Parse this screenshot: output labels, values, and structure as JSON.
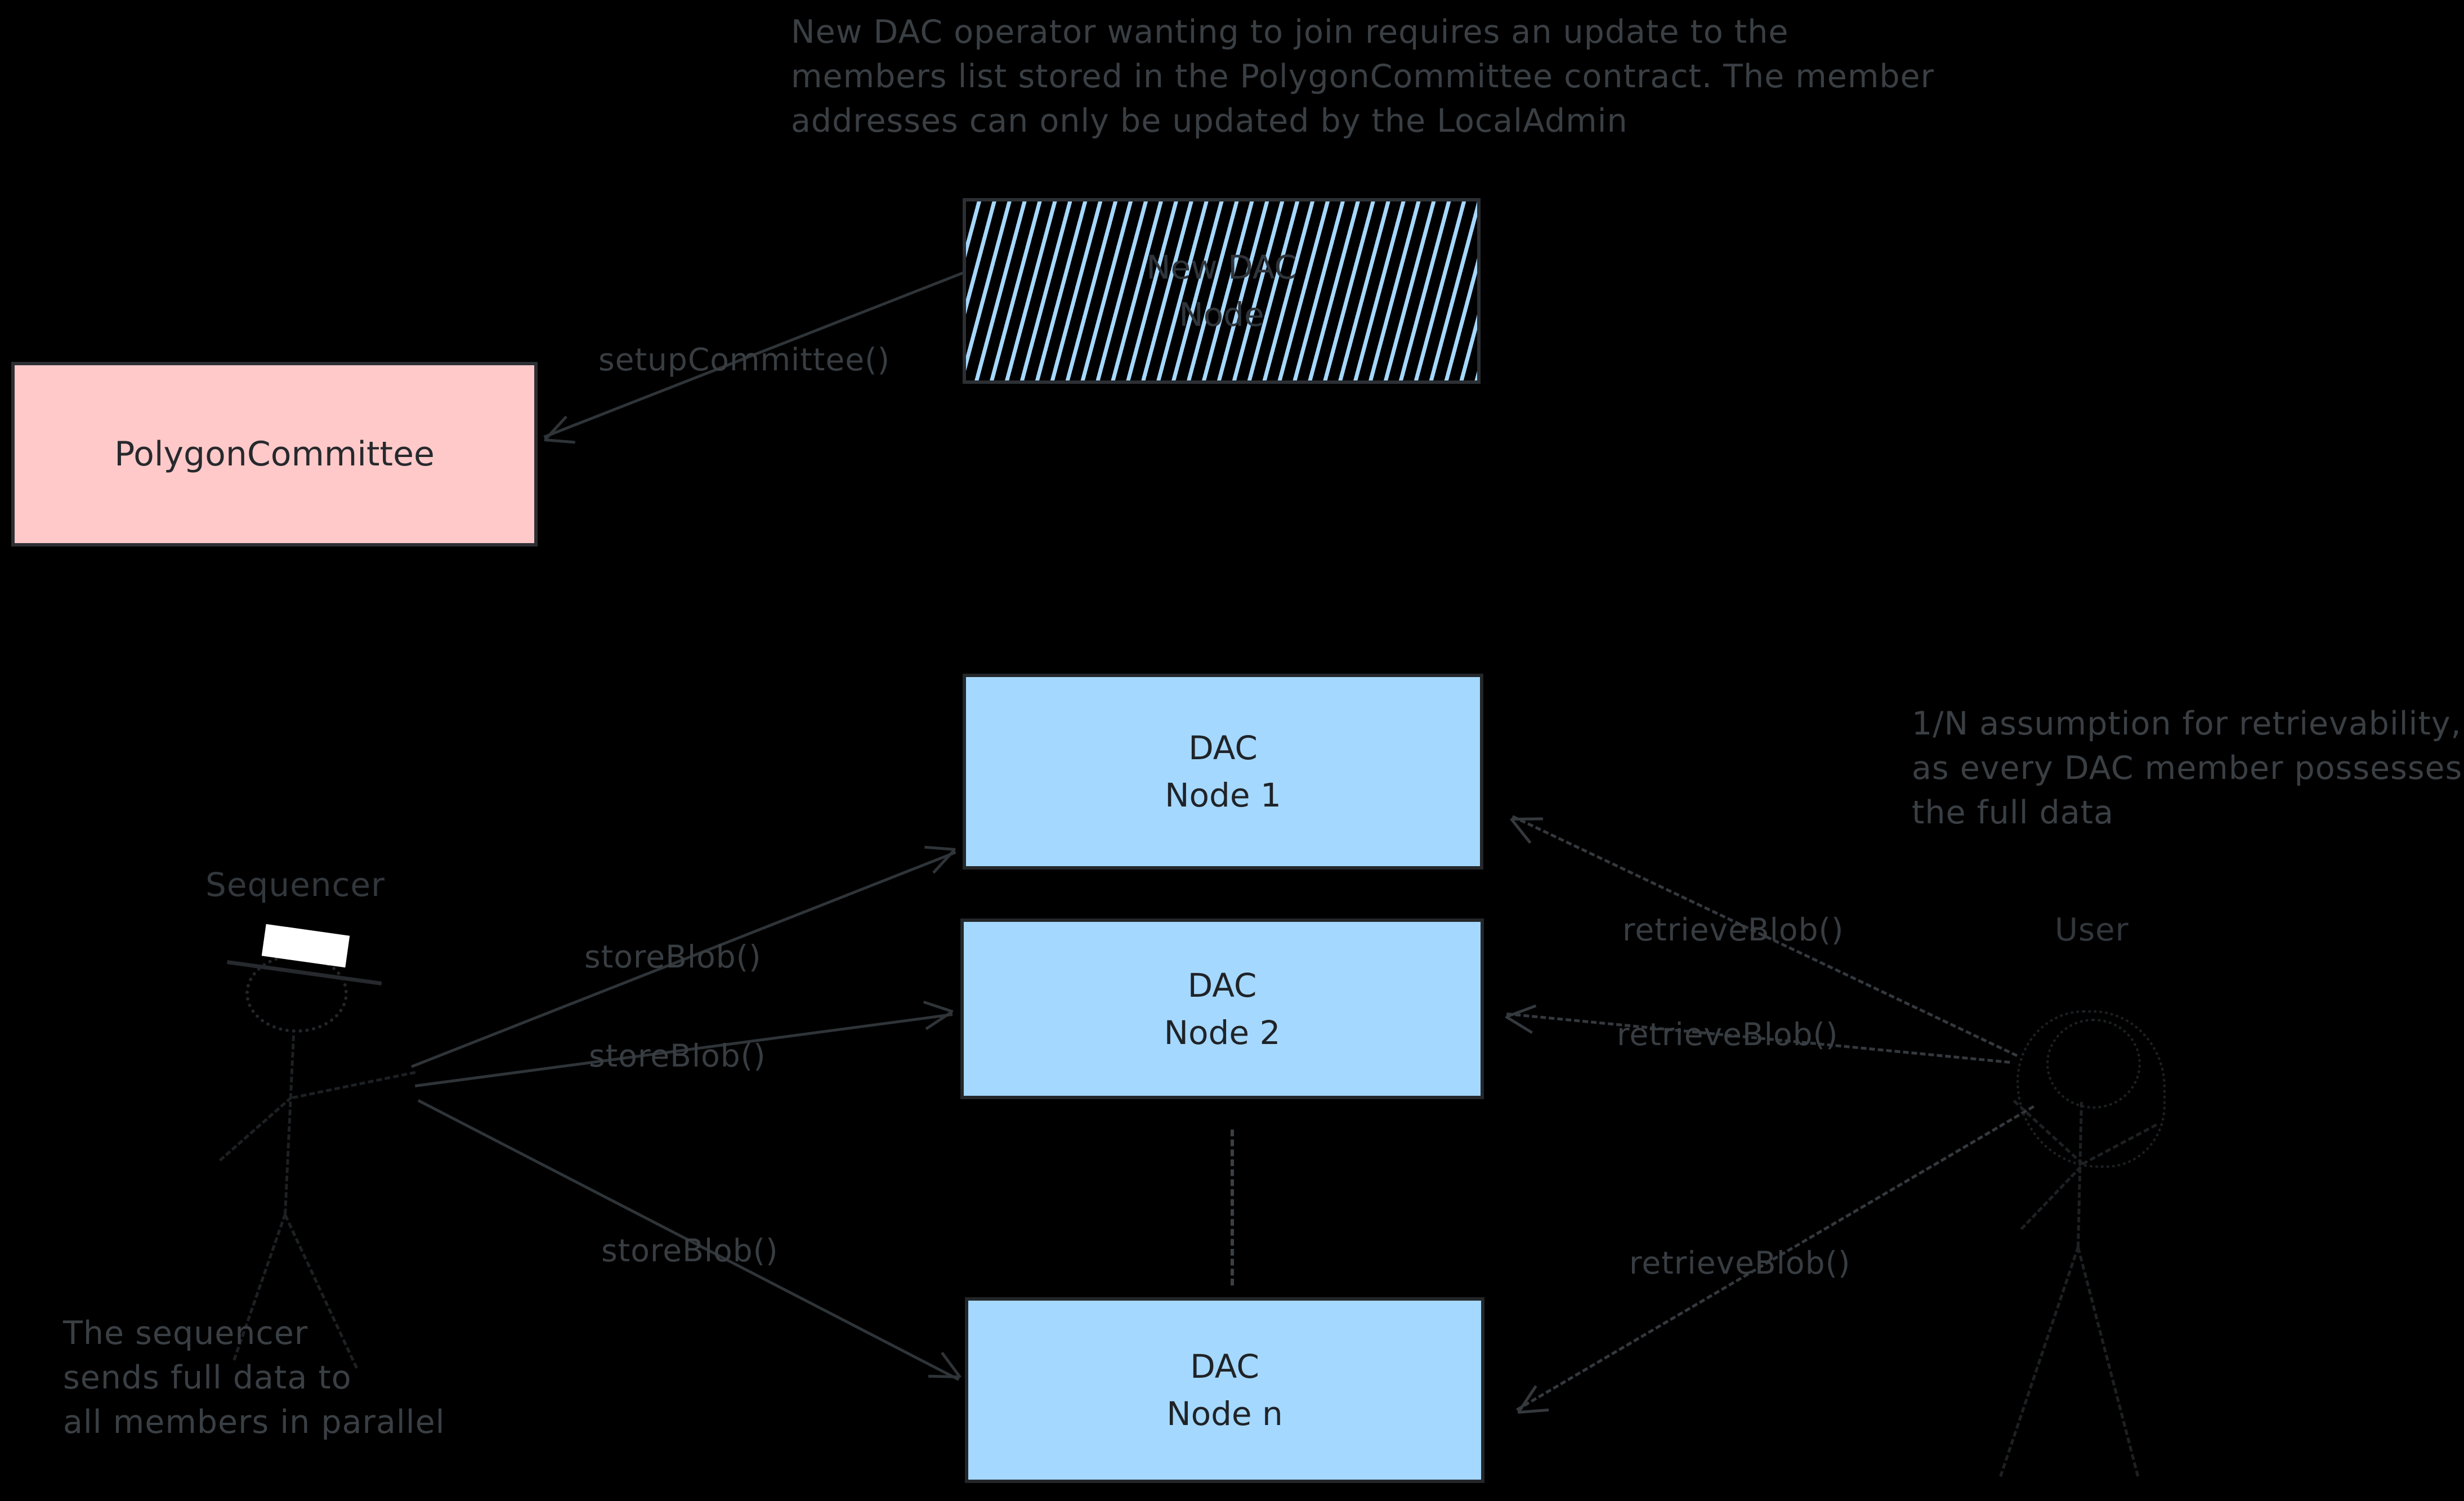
{
  "notes": {
    "admin_note": "New DAC operator wanting to join requires an update to the\nmembers list stored in the PolygonCommittee contract. The member\naddresses can only be updated by the LocalAdmin",
    "retrievability_note": "1/N assumption for retrievability,\nas every DAC member possesses\nthe full data",
    "sequencer_note": "The sequencer\nsends full data to\nall members in parallel"
  },
  "nodes": {
    "new_dac_node": {
      "label": "New DAC\nNode",
      "stripe_color": "#a5d8ff",
      "fill": "#000000"
    },
    "polygon_committee": {
      "label": "PolygonCommittee",
      "fill": "#ffc9c9"
    },
    "dac_node_1": {
      "label": "DAC\nNode 1",
      "fill": "#a5d8ff"
    },
    "dac_node_2": {
      "label": "DAC\nNode 2",
      "fill": "#a5d8ff"
    },
    "dac_node_n": {
      "label": "DAC\nNode n",
      "fill": "#a5d8ff"
    }
  },
  "actors": {
    "sequencer": {
      "label": "Sequencer"
    },
    "user": {
      "label": "User"
    }
  },
  "edge_labels": {
    "setup_committee": "setupCommittee()",
    "store_blob_1": "storeBlob()",
    "store_blob_2": "storeBlob()",
    "store_blob_3": "storeBlob()",
    "retrieve_blob_1": "retrieveBlob()",
    "retrieve_blob_2": "retrieveBlob()",
    "retrieve_blob_3": "retrieveBlob()"
  },
  "colors": {
    "background": "#000000",
    "annotation_gray": "#3a3f44",
    "arrow_solid": "#2f3438",
    "arrow_dashed": "#34393e",
    "box_blue": "#a5d8ff",
    "box_pink": "#ffc9c9",
    "hat_white": "#ffffff"
  }
}
